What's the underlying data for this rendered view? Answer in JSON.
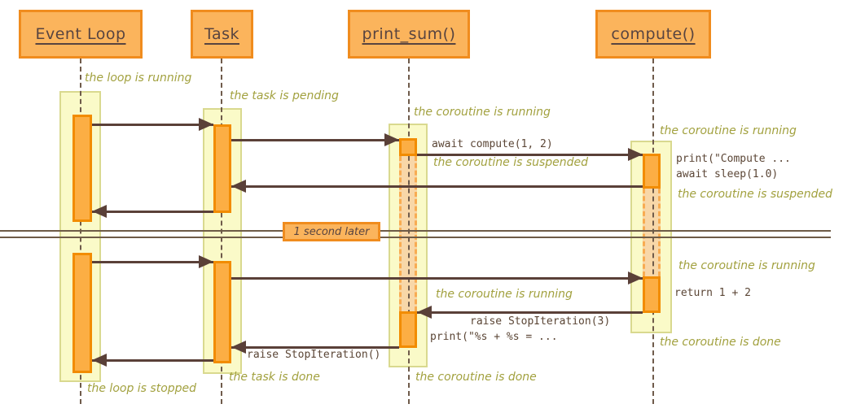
{
  "diagram": {
    "title_hint": "asyncio sequence diagram",
    "actors": {
      "event_loop": "Event Loop",
      "task": "Task",
      "print_sum": "print_sum()",
      "compute": "compute()"
    },
    "divider": {
      "label": "1 second later"
    },
    "notes": {
      "loop_running": "the loop is running",
      "task_pending": "the task is pending",
      "ps_running_1": "the coroutine is running",
      "c_running_1": "the coroutine is running",
      "ps_suspended": "the coroutine is suspended",
      "c_suspended": "the coroutine is suspended",
      "c_running_2": "the coroutine is running",
      "ps_running_2": "the coroutine is running",
      "c_done": "the coroutine is done",
      "ps_done": "the coroutine is done",
      "task_done": "the task is done",
      "loop_stopped": "the loop is stopped"
    },
    "code_labels": {
      "await_compute": "await compute(1, 2)",
      "print_compute": "print(\"Compute ...",
      "await_sleep": "await sleep(1.0)",
      "return_sum": "return 1 + 2",
      "raise_stop3": "raise StopIteration(3)",
      "print_result": "print(\"%s + %s = ...",
      "raise_stop": "raise StopIteration()"
    },
    "colors": {
      "actor_fill": "#FBB45C",
      "actor_border": "#F08C1E",
      "band_fill": "#FAFAC8",
      "band_border": "#D9D98F",
      "bar_fill": "#FCAE44",
      "bar_border": "#F28C00",
      "suspend_fill": "#F8D7A8",
      "suspend_border": "#F8AC52",
      "arrow": "#5A4038",
      "note_text": "#A2A13F",
      "code_text": "#5B4636",
      "lifeline": "#6F5B4B"
    }
  }
}
